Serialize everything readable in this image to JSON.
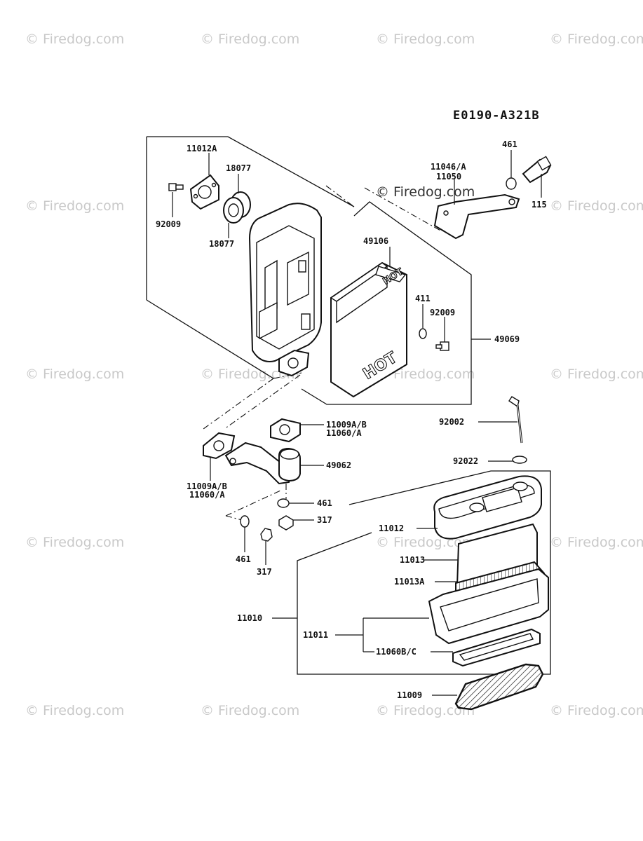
{
  "diagram": {
    "code": "E0190-A321B",
    "watermark": "© Firedog.com",
    "labels": {
      "p11012A": "11012A",
      "p18077a": "18077",
      "p92009a": "92009",
      "p18077b": "18077",
      "p11046": "11046/A",
      "p11050": "11050",
      "p461a": "461",
      "p115": "115",
      "p49106": "49106",
      "p411": "411",
      "p92009b": "92009",
      "p49069": "49069",
      "p11009AB_a": "11009A/B",
      "p11060A_a": "11060/A",
      "p49062": "49062",
      "p11009AB_b": "11009A/B",
      "p11060A_b": "11060/A",
      "p461b": "461",
      "p317a": "317",
      "p461c": "461",
      "p317b": "317",
      "p92002": "92002",
      "p92022": "92022",
      "p11012": "11012",
      "p11013": "11013",
      "p11013A": "11013A",
      "p11010": "11010",
      "p11011": "11011",
      "p11060BC": "11060B/C",
      "p11009": "11009"
    },
    "stamps": {
      "hot_front": "HOT",
      "hot_top": "HOT"
    }
  }
}
